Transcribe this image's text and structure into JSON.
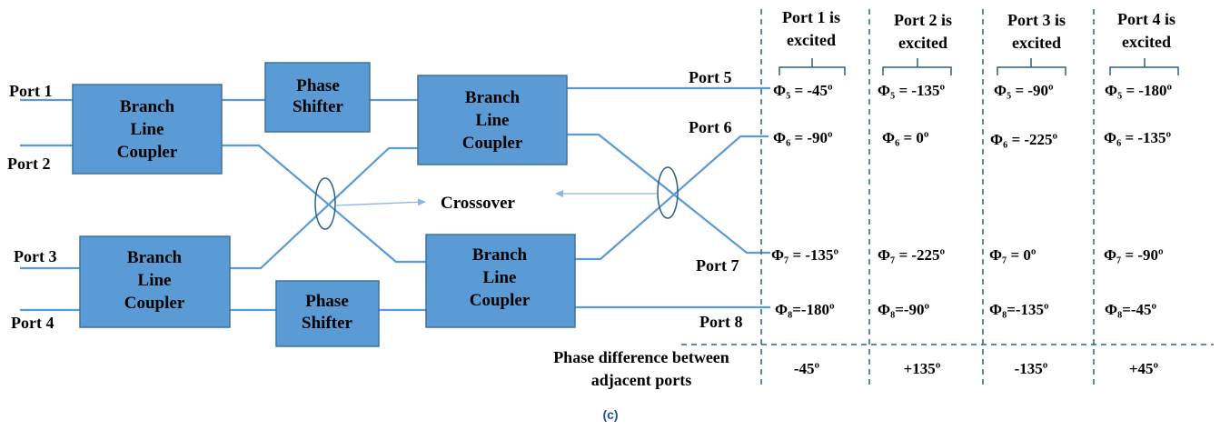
{
  "blocks": {
    "coupler_label_lines": [
      "Branch",
      "Line",
      "Coupler"
    ],
    "shifter_label_lines": [
      "Phase",
      "Shifter"
    ]
  },
  "ports": {
    "p1": "Port 1",
    "p2": "Port 2",
    "p3": "Port 3",
    "p4": "Port 4",
    "p5": "Port 5",
    "p6": "Port 6",
    "p7": "Port 7",
    "p8": "Port 8"
  },
  "crossover_label": "Crossover",
  "columns": [
    {
      "header": [
        "Port 1 is",
        "excited"
      ],
      "phi5": "Φ₅ = -45º",
      "phi6": "Φ₆ = -90º",
      "phi7": "Φ₇ = -135º",
      "phi8": "Φ₈=-180º",
      "diff": "-45º"
    },
    {
      "header": [
        "Port 2 is",
        "excited"
      ],
      "phi5": "Φ₅ = -135º",
      "phi6": "Φ₆ = 0º",
      "phi7": "Φ₇ = -225º",
      "phi8": "Φ₈=-90º",
      "diff": "+135º"
    },
    {
      "header": [
        "Port 3 is",
        "excited"
      ],
      "phi5": "Φ₅ = -90º",
      "phi6": "Φ₆ = -225º",
      "phi7": "Φ₇ = 0º",
      "phi8": "Φ₈=-135º",
      "diff": "-135º"
    },
    {
      "header": [
        "Port 4 is",
        "excited"
      ],
      "phi5": "Φ₅ = -180º",
      "phi6": "Φ₆ = -135º",
      "phi7": "Φ₇ = -90º",
      "phi8": "Φ₈=-45º",
      "diff": "+45º"
    }
  ],
  "phase_diff_label": [
    "Phase difference between",
    "adjacent ports"
  ],
  "caption": "(c)",
  "colors": {
    "block_fill": "#5b9bd5",
    "line": "#5b9bd5",
    "divider": "#2e5f8a"
  }
}
